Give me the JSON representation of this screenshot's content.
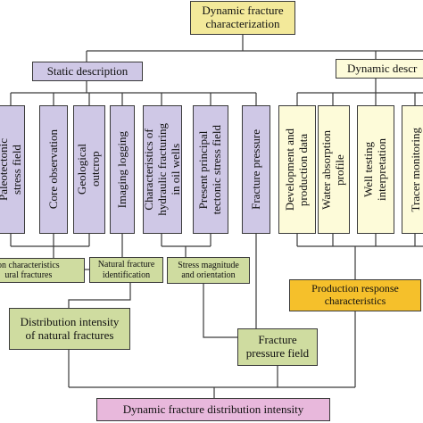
{
  "diagram": {
    "root": "Dynamic fracture\ncharacterization",
    "static": {
      "label": "Static description",
      "items": [
        "Paleotectonic\nstress field",
        "Core observation",
        "Geological\noutcrop",
        "Imaging logging",
        "Characteristics of\nhydraulic fracturing\nin oil wells",
        "Present principal\ntectonic stress field",
        "Fracture pressure"
      ]
    },
    "dynamic": {
      "label": "Dynamic descr",
      "items": [
        "Development and\nproduction data",
        "Water absorption\nprofile",
        "Well testing\ninterpretation",
        "Tracer monitoring"
      ]
    },
    "mid": {
      "distribution_characteristics": "on characteristics\nural fractures",
      "natural_fracture_identification": "Natural fracture\nidentification",
      "stress_magnitude": "Stress magnitude\nand orientation",
      "production_response": "Production response\ncharacteristics"
    },
    "lower": {
      "distribution_intensity": "Distribution intensity\nof natural fractures",
      "fracture_pressure_field": "Fracture\npressure field"
    },
    "bottom": "Dynamic fracture distribution intensity"
  }
}
